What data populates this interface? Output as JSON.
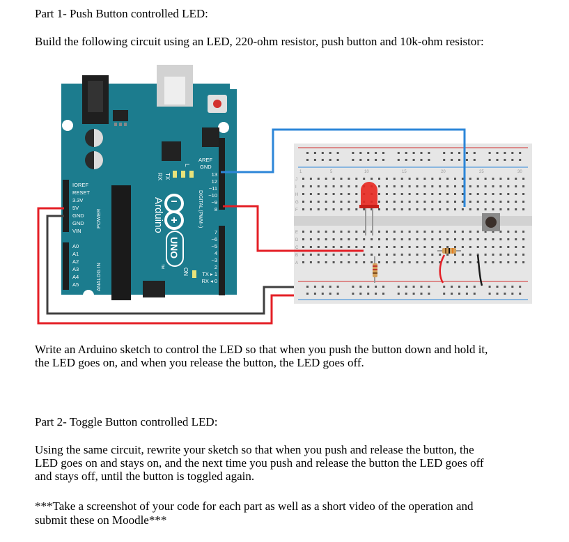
{
  "part1": {
    "title": "Part 1- Push Button controlled LED:",
    "instruction": "Build the following circuit using an LED, 220-ohm resistor, push button and 10k-ohm resistor:",
    "sketch_line1": "Write an Arduino sketch to control the LED so that when you push the button down and hold it,",
    "sketch_line2": "the LED goes on, and when you release the button, the LED goes off."
  },
  "part2": {
    "title": "Part 2- Toggle Button controlled LED:",
    "line1": "Using the same circuit, rewrite your sketch so that when you push and release the button, the",
    "line2": "LED goes on and stays on, and the next time you push and release the button the LED goes off",
    "line3": "and stays off, until the button is toggled again."
  },
  "submission": {
    "line1": "***Take a screenshot of your code for each part as well as a short video of the operation and",
    "line2": "submit these on Moodle***"
  },
  "board": {
    "brand": "Arduino",
    "model": "UNO",
    "tm": "TM",
    "on_label": "ON",
    "l_label": "L",
    "tx_label": "TX",
    "rx_label": "RX",
    "power_label": "POWER",
    "analog_label": "ANALOG IN",
    "digital_label": "DIGITAL (PWM~)",
    "aref": "AREF",
    "gnd": "GND",
    "power_pins": [
      "IOREF",
      "RESET",
      "3.3V",
      "5V",
      "GND",
      "GND",
      "VIN"
    ],
    "analog_pins": [
      "A0",
      "A1",
      "A2",
      "A3",
      "A4",
      "A5"
    ],
    "digital_pins": [
      "13",
      "12",
      "~11",
      "~10",
      "~9",
      "8",
      "7",
      "~6",
      "~5",
      "4",
      "~3",
      "2",
      "TX ▸ 1",
      "RX ◂ 0"
    ]
  },
  "breadboard": {
    "column_numbers": [
      "1",
      "5",
      "10",
      "15",
      "20",
      "25",
      "30"
    ],
    "row_letters_top": [
      "J",
      "I",
      "H",
      "G",
      "F"
    ],
    "row_letters_bottom": [
      "E",
      "D",
      "C",
      "B",
      "A"
    ]
  },
  "colors": {
    "board": "#1c7c8e",
    "wire_red": "#e41f26",
    "wire_blue": "#2c86d8",
    "wire_black": "#404040",
    "led": "#e8271f"
  }
}
